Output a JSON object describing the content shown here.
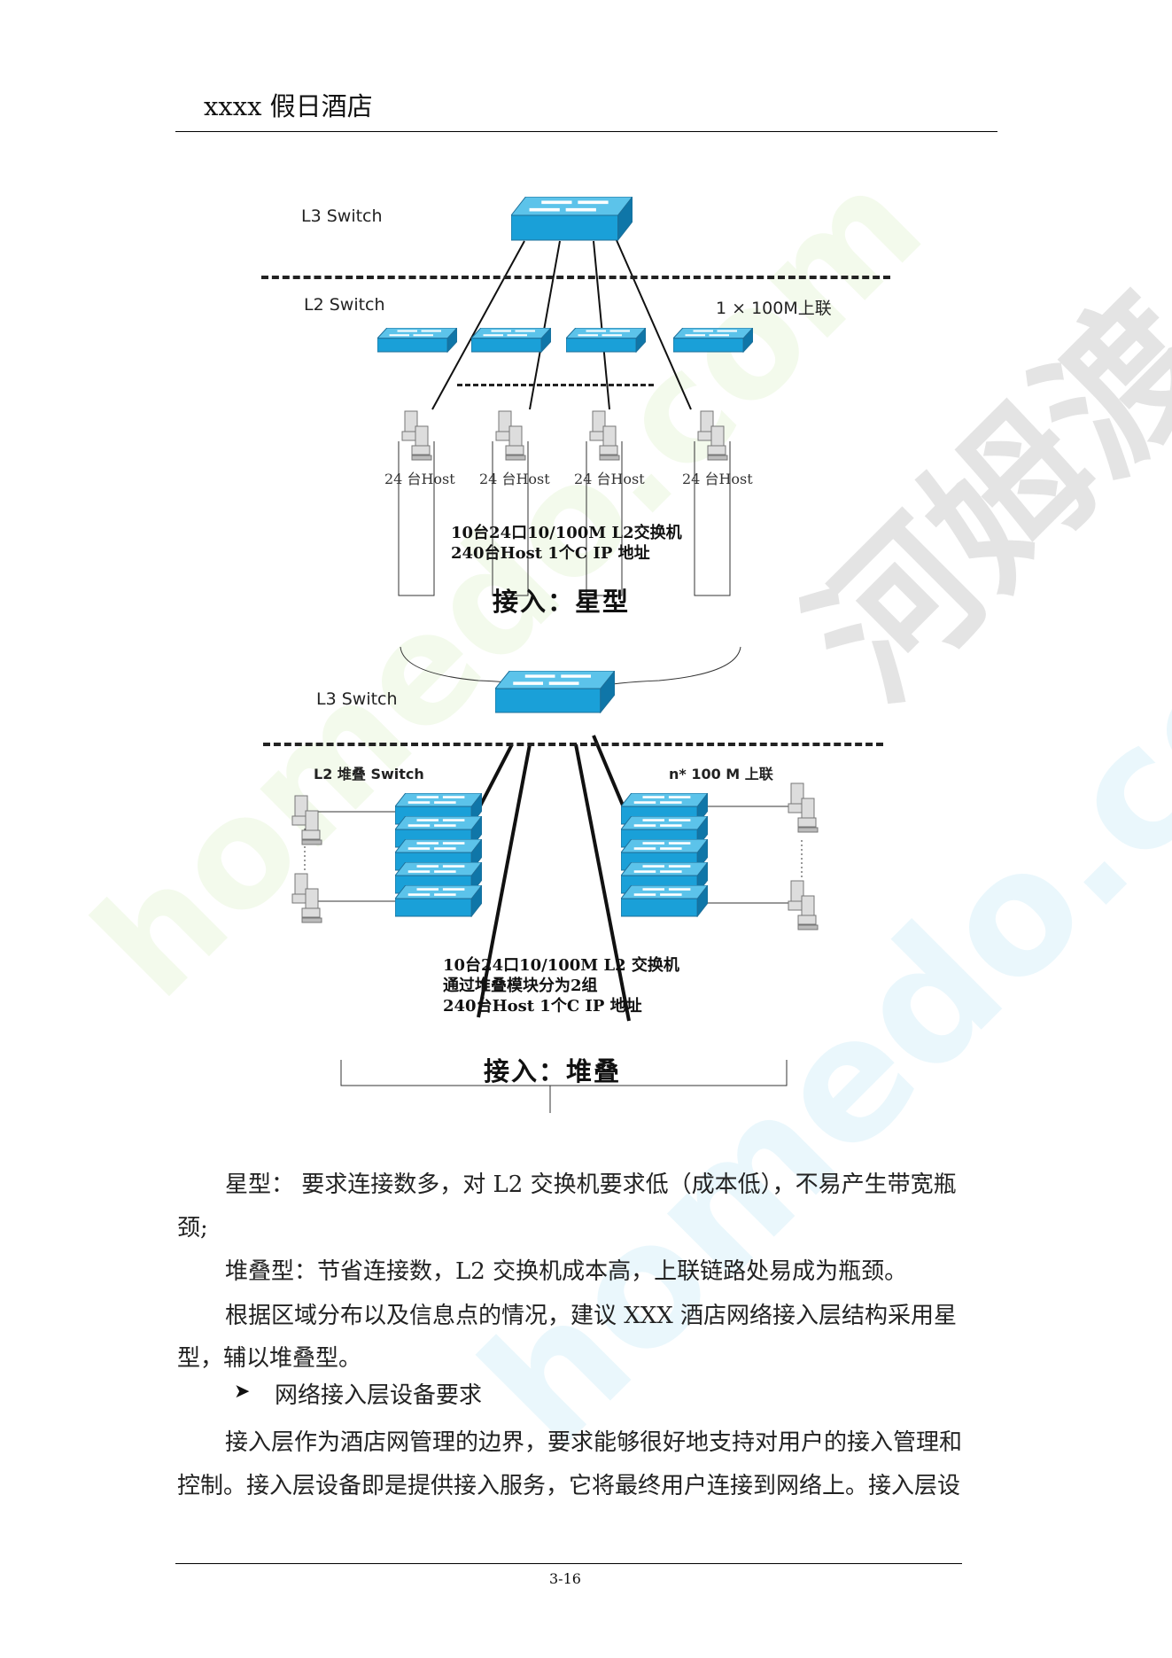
{
  "header": {
    "title": "xxxx 假日酒店"
  },
  "watermark": {
    "text_en": "homedo.com",
    "text_cn": "河姆渡"
  },
  "diagram_star": {
    "l3_label": "L3 Switch",
    "l2_label": "L2 Switch",
    "uplink_label": "1 × 100M上联",
    "host_labels": [
      "24 台Host",
      "24 台Host",
      "24 台Host",
      "24 台Host"
    ],
    "note_lines": [
      "10台24口10/100M L2交换机",
      "240台Host  1个C IP 地址"
    ],
    "caption": "接入：星型"
  },
  "diagram_stack": {
    "l3_label": "L3 Switch",
    "l2_label": "L2 堆叠 Switch",
    "uplink_label": "n* 100 M 上联",
    "note_lines": [
      "10台24口10/100M L2 交换机",
      "通过堆叠模块分为2组",
      "240台Host  1个C IP 地址"
    ],
    "caption": "接入：堆叠"
  },
  "body": {
    "lines": [
      "星型：   要求连接数多，对 L2 交换机要求低（成本低），不易产生带宽瓶",
      "颈;",
      "堆叠型：节省连接数，L2 交换机成本高，上联链路处易成为瓶颈。",
      "根据区域分布以及信息点的情况，建议 XXX 酒店网络接入层结构采用星",
      "型，辅以堆叠型。",
      "网络接入层设备要求",
      "接入层作为酒店网管理的边界，要求能够很好地支持对用户的接入管理和",
      "控制。接入层设备即是提供接入服务，它将最终用户连接到网络上。接入层设"
    ]
  },
  "footer": {
    "page_number": "3-16"
  }
}
